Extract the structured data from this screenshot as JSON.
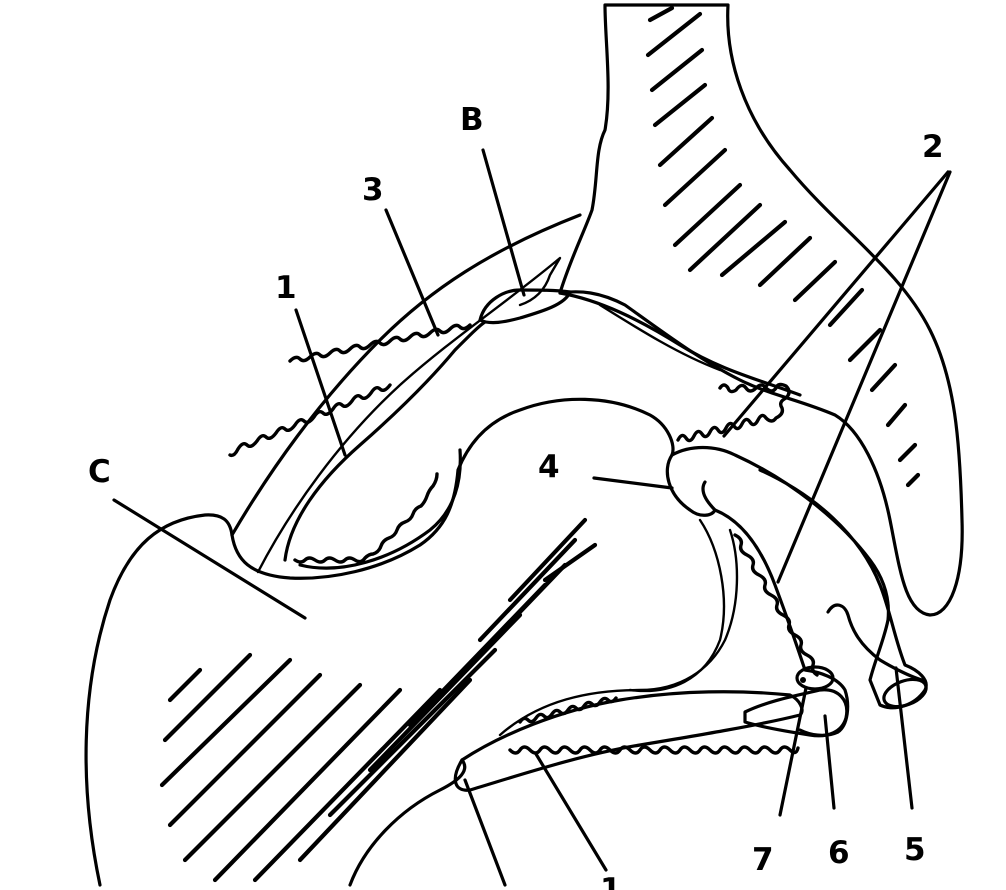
{
  "labels": {
    "b": "B",
    "c": "C",
    "n1_top": "1",
    "n1_bottom": "1",
    "n2": "2",
    "n3": "3",
    "n4": "4",
    "n5": "5",
    "n6": "6",
    "n7": "7"
  },
  "colors": {
    "ink": "#000000",
    "paper": "#ffffff"
  }
}
